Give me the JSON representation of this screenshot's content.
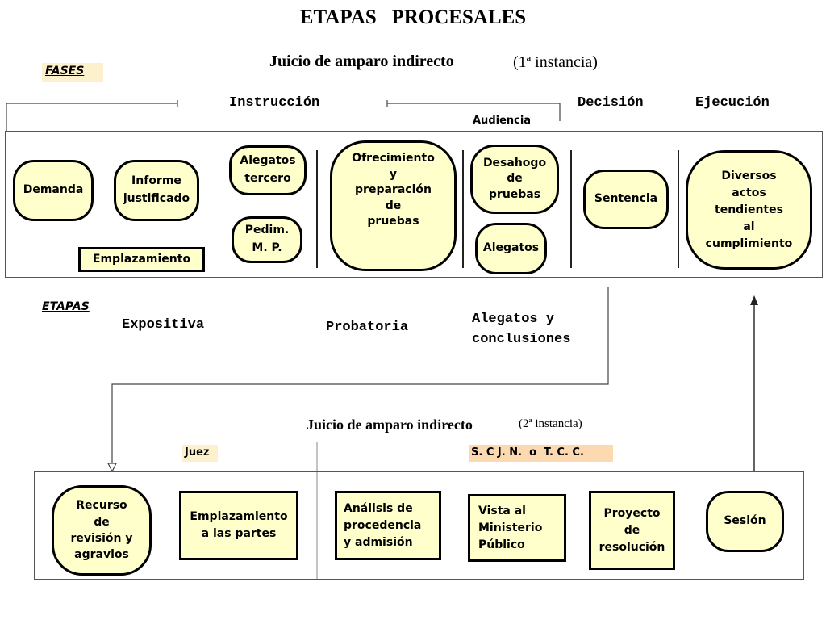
{
  "title": "ETAPAS   PROCESALES",
  "first": {
    "subtitle": "Juicio de amparo indirecto",
    "instance": "(1ª instancia)",
    "fases_label": "FASES",
    "phases": {
      "instruccion": "Instrucción",
      "decision": "Decisión",
      "ejecucion": "Ejecución",
      "audiencia": "Audiencia"
    },
    "nodes": {
      "demanda": "Demanda",
      "informe": "Informe\njustificado",
      "emplazamiento": "Emplazamiento",
      "alegatos_tercero": "Alegatos\ntercero",
      "pedim": "Pedim.\nM. P.",
      "ofrecimiento": "Ofrecimiento\ny\npreparación\nde\npruebas",
      "desahogo": "Desahogo\nde\npruebas",
      "alegatos": "Alegatos",
      "sentencia": "Sentencia",
      "diversos": "Diversos\nactos\ntendientes\nal\ncumplimiento"
    },
    "etapas_label": "ETAPAS",
    "etapas": {
      "expositiva": "Expositiva",
      "probatoria": "Probatoria",
      "alegatos": "Alegatos y\nconclusiones"
    }
  },
  "second": {
    "subtitle": "Juicio de amparo indirecto",
    "instance": "(2ª instancia)",
    "juez": "Juez",
    "scjn": "S. C J. N.  o  T. C. C.",
    "nodes": {
      "recurso": "Recurso\nde\nrevisión y\nagravios",
      "emplazamiento_partes": "Emplazamiento\na las partes",
      "analisis": "Análisis de\nprocedencia\ny admisión",
      "vista": "Vista al\nMinisterio\nPúblico",
      "proyecto": "Proyecto\nde\nresolución",
      "sesion": "Sesión"
    }
  },
  "colors": {
    "node_fill": "#ffffcc",
    "tag_fill": "#fdf0cc",
    "scjn_fill": "#fcd9b0"
  }
}
